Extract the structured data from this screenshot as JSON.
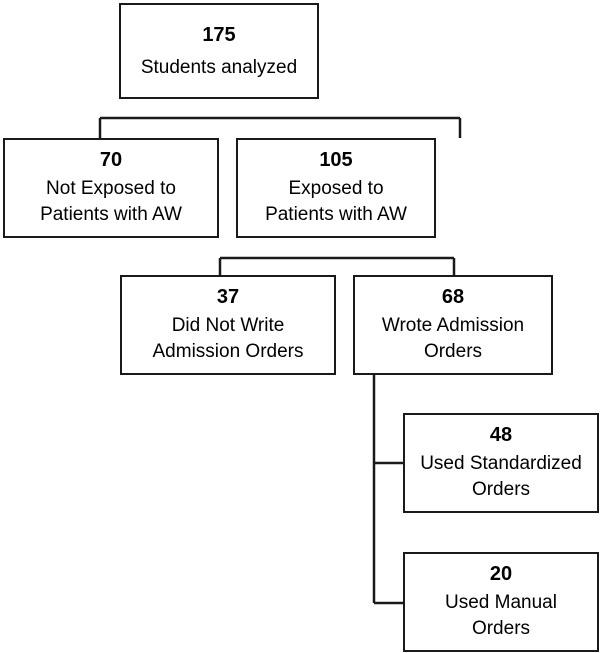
{
  "boxes": {
    "root": {
      "count": "175",
      "label": "Students analyzed"
    },
    "not_exposed": {
      "count": "70",
      "label": "Not Exposed to\nPatients with AW"
    },
    "exposed": {
      "count": "105",
      "label": "Exposed to\nPatients with AW"
    },
    "no_orders": {
      "count": "37",
      "label": "Did Not Write\nAdmission Orders"
    },
    "wrote_orders": {
      "count": "68",
      "label": "Wrote Admission\nOrders"
    },
    "standardized": {
      "count": "48",
      "label": "Used Standardized\nOrders"
    },
    "manual": {
      "count": "20",
      "label": "Used Manual\nOrders"
    }
  }
}
